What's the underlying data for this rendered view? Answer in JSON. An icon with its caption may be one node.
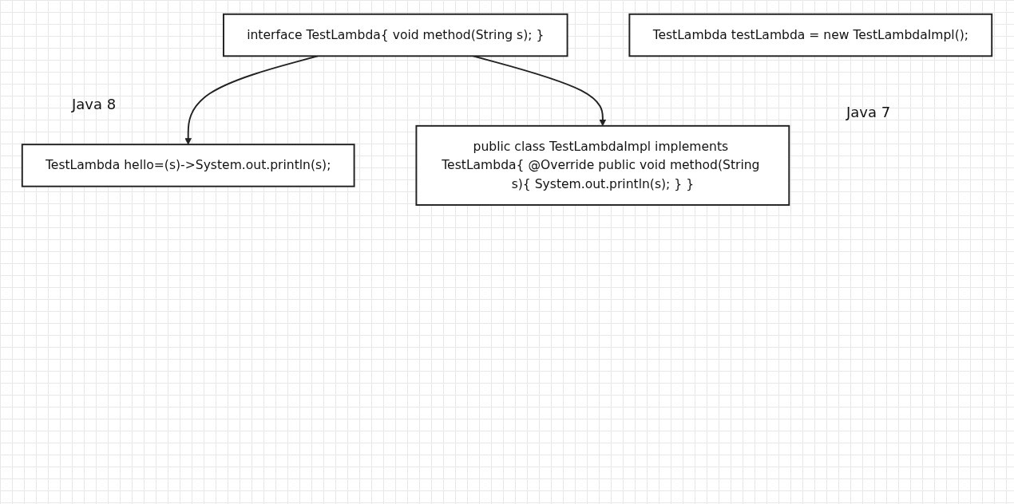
{
  "diagram": {
    "nodes": [
      {
        "text": [
          "interface TestLambda{ void method(String s); }"
        ]
      },
      {
        "text": [
          "TestLambda hello=(s)->System.out.println(s);"
        ]
      },
      {
        "text": [
          "public class TestLambdaImpl implements TestLambda{ @Override public void method(String s){ System.out.println(s); } }"
        ]
      },
      {
        "text": [
          "TestLambda testLambda = new TestLambdaImpl();"
        ]
      }
    ],
    "edges": [
      {
        "from": 0,
        "to": 1,
        "arrow": "to"
      },
      {
        "from": 0,
        "to": 2,
        "arrow": "to"
      }
    ],
    "labels": [
      "Java 8",
      "Java 7"
    ]
  }
}
